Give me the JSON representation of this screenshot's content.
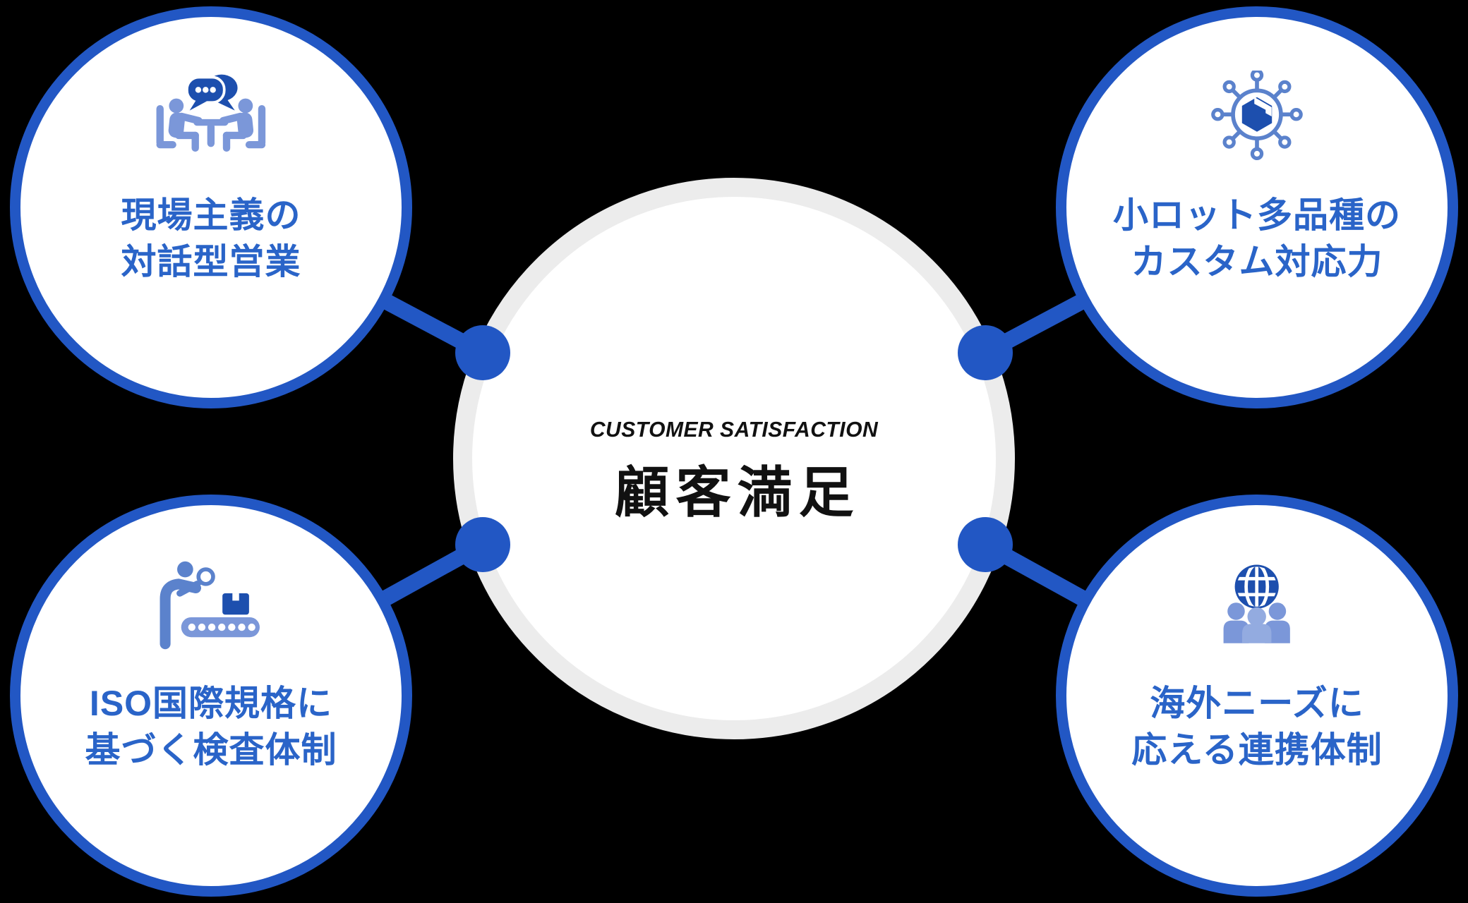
{
  "center": {
    "subtitle": "CUSTOMER SATISFACTION",
    "title": "顧客満足"
  },
  "satellites": [
    {
      "id": "field-sales",
      "icon": "meeting-icon",
      "line1": "現場主義の",
      "line2": "対話型営業"
    },
    {
      "id": "custom-capability",
      "icon": "network-box-icon",
      "line1": "小ロット多品種の",
      "line2": "カスタム対応力"
    },
    {
      "id": "iso-inspection",
      "icon": "inspection-icon",
      "line1": "ISO国際規格に",
      "line2": "基づく検査体制"
    },
    {
      "id": "overseas-collab",
      "icon": "global-team-icon",
      "line1": "海外ニーズに",
      "line2": "応える連携体制"
    }
  ],
  "colors": {
    "primary_blue": "#2257c4",
    "text_blue": "#2a64c8",
    "dark_blue": "#1d4fae",
    "medium_blue": "#5b82cc",
    "soft_blue": "#7b97d9",
    "pale_blue": "#93abe0",
    "ring_gray": "#ececec",
    "circle_fill": "#ffffff",
    "background": "#000000",
    "center_text": "#111111"
  }
}
